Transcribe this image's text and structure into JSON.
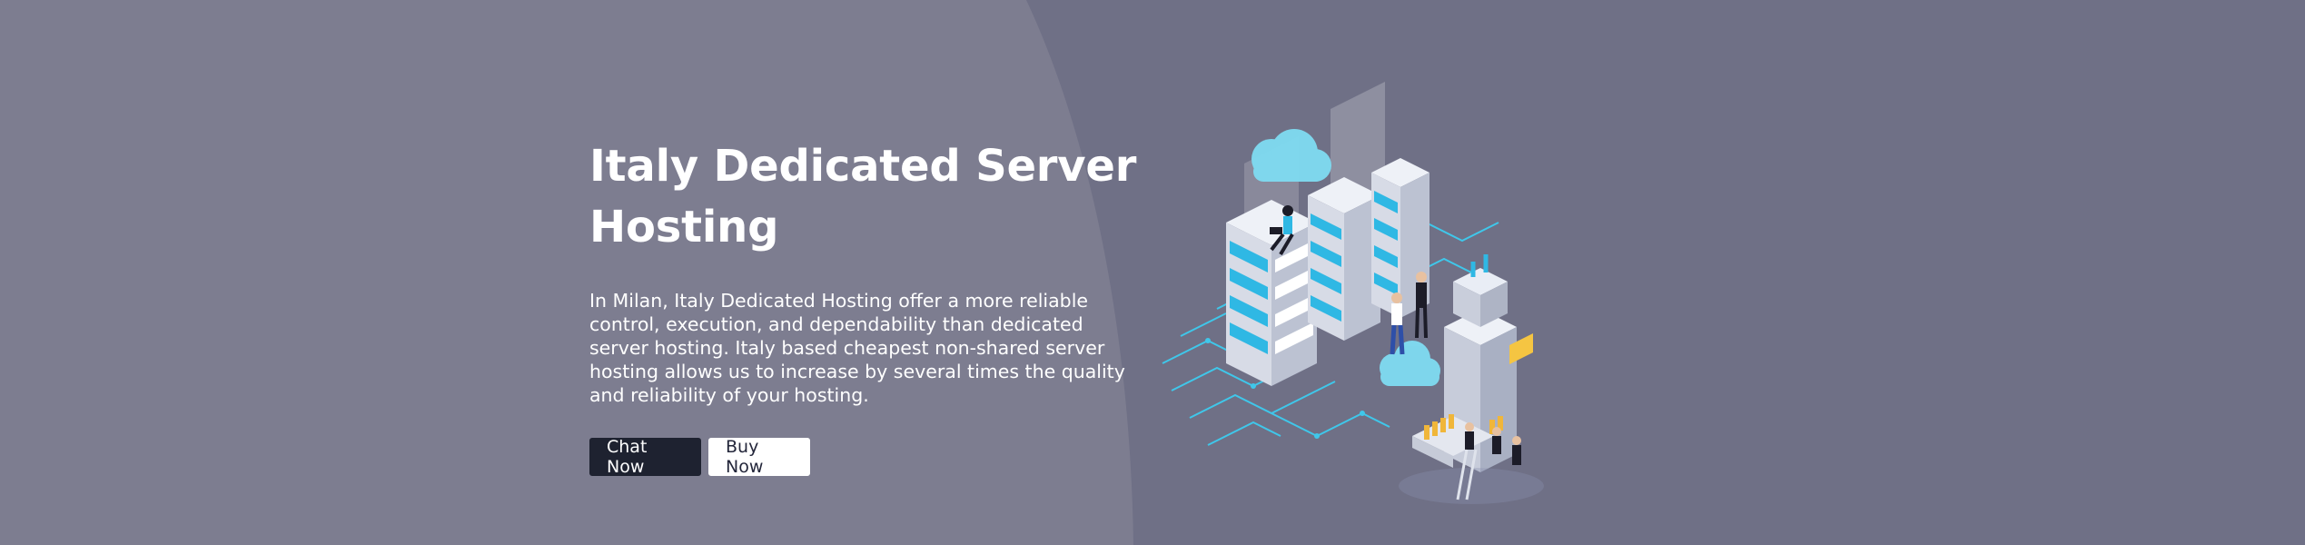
{
  "hero": {
    "title": "Italy Dedicated Server Hosting",
    "description": "In Milan, Italy Dedicated Hosting offer a more reliable control, execution, and dependability than dedicated server hosting. Italy based cheapest non-shared server hosting allows us to increase by several times the quality and reliability of your hosting.",
    "buttons": {
      "chat_label": "Chat Now",
      "buy_label": "Buy Now"
    }
  },
  "colors": {
    "background": "#6f7086",
    "background_curve": "#7d7d90",
    "chat_button": "#1e2230",
    "buy_button": "#ffffff",
    "accent_cyan": "#29c4e8"
  },
  "illustration": {
    "icon": "server-datacenter-illustration"
  }
}
